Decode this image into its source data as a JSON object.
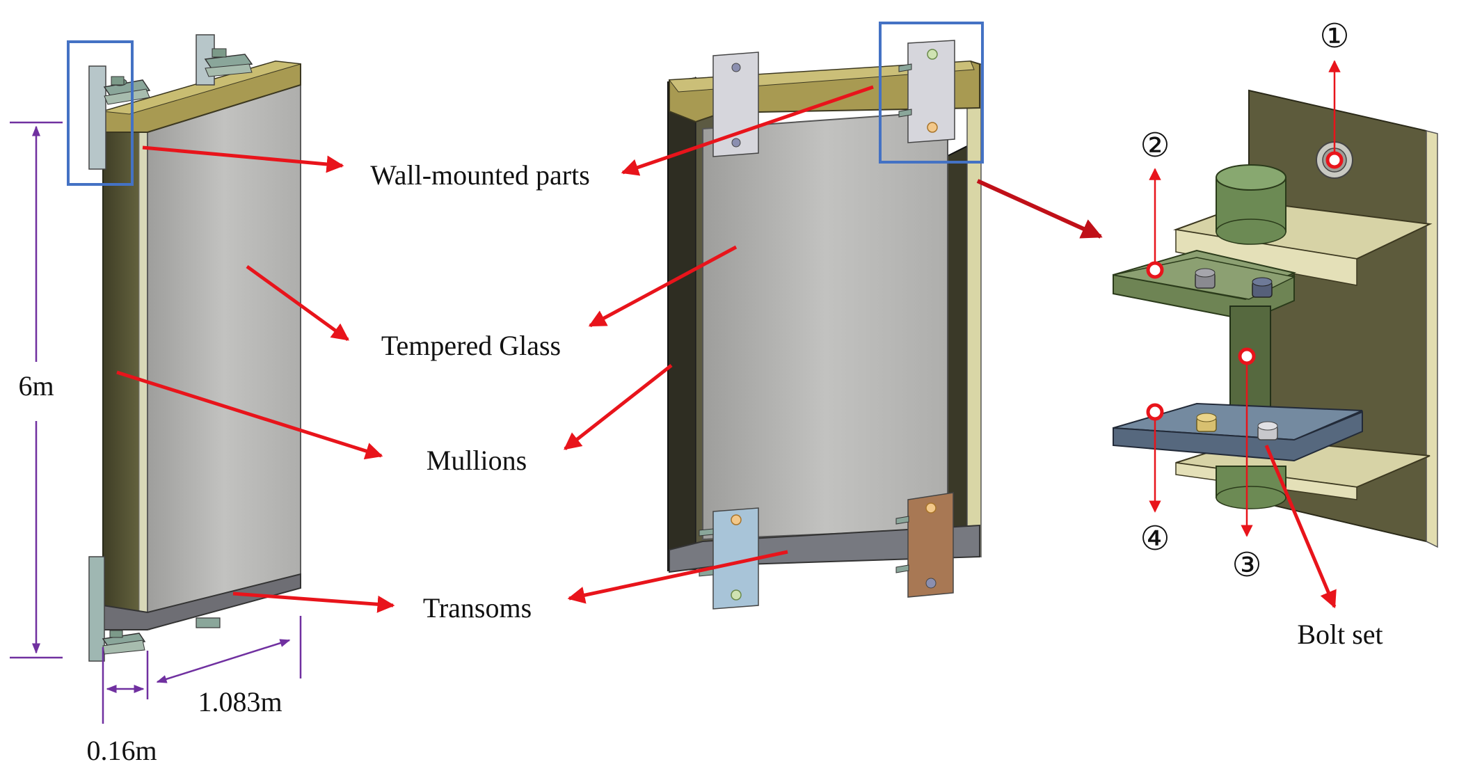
{
  "labels": {
    "wall_mounted": "Wall-mounted parts",
    "tempered_glass": "Tempered Glass",
    "mullions": "Mullions",
    "transoms": "Transoms",
    "bolt_set": "Bolt set"
  },
  "dimensions": {
    "height": "6m",
    "depth": "0.16m",
    "width": "1.083m"
  },
  "markers": {
    "m1": "①",
    "m2": "②",
    "m3": "③",
    "m4": "④"
  },
  "colors": {
    "arrow_red": "#e8141b",
    "dimension_purple": "#7030a0",
    "highlight_blue": "#4472c4",
    "glass_gray": "#b8b8b6",
    "mullion_olive": "#5c5a38",
    "transom_gold": "#a89a52"
  }
}
